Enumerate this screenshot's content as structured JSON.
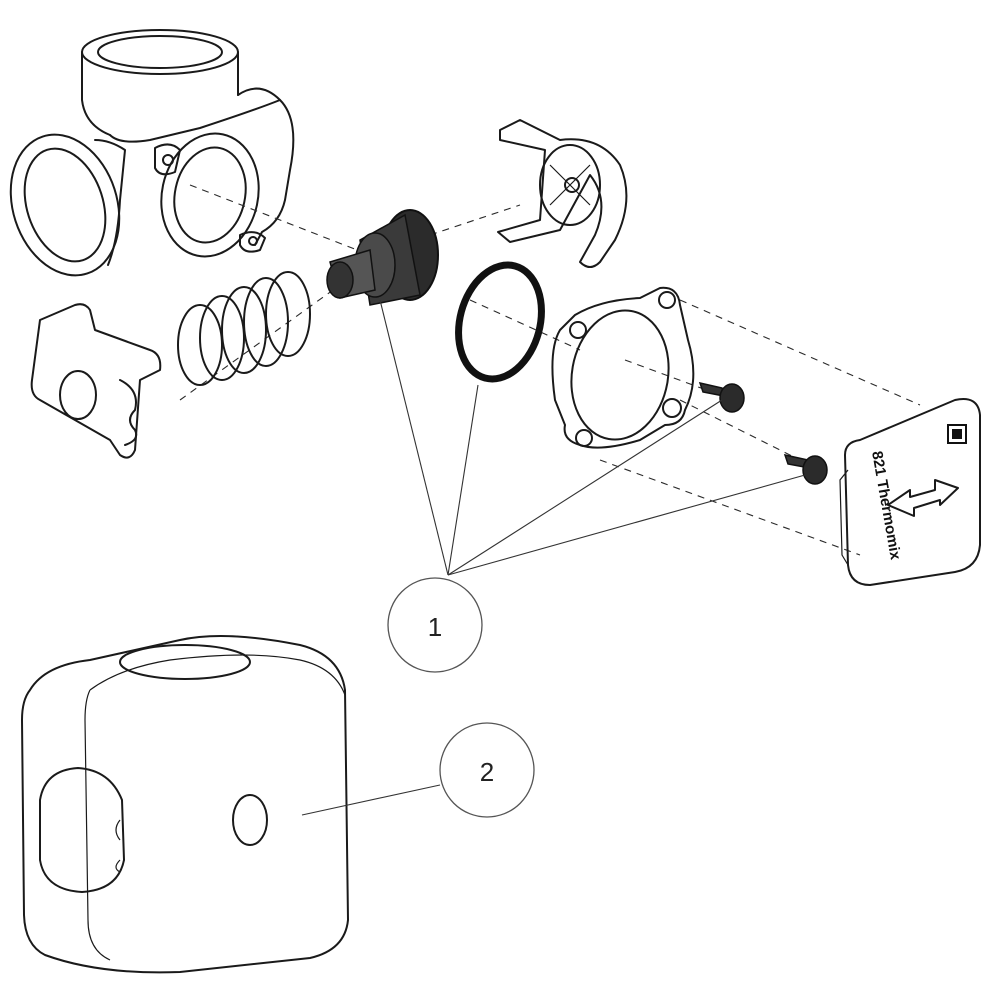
{
  "callouts": [
    {
      "label": "1",
      "part": "service-kit"
    },
    {
      "label": "2",
      "part": "cover"
    }
  ],
  "cover_plate": {
    "text": "821 Thermomix"
  },
  "colors": {
    "line": "#1a1a1a",
    "part_dark": "#2b2b2b",
    "background": "#ffffff"
  }
}
